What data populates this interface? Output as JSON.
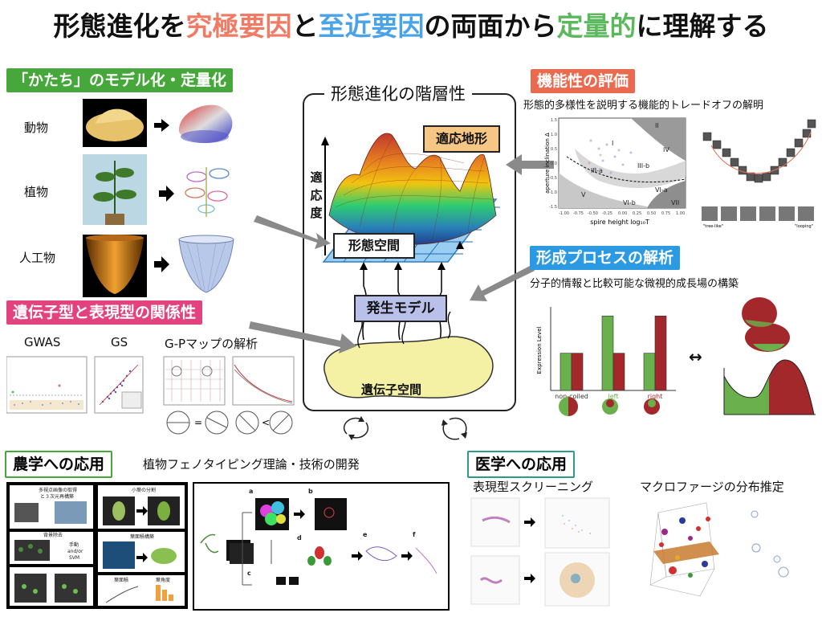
{
  "title": {
    "p1": "形態進化を",
    "p2": "究極要因",
    "p3": "と",
    "p4": "至近要因",
    "p5": "の両面から",
    "p6": "定量的",
    "p7": "に理解する",
    "colors": {
      "ultimate": "#f07a63",
      "proximate": "#4aa3e8",
      "quant": "#5cb85c"
    }
  },
  "center": {
    "heading": "形態進化の階層性",
    "landscape": "適応地形",
    "fitness_axis": [
      "適",
      "応",
      "度"
    ],
    "morphospace": "形態空間",
    "devmodel": "発生モデル",
    "genespace": "遺伝子空間"
  },
  "shape_section": {
    "tag": "「かたち」のモデル化・定量化",
    "rows": [
      "動物",
      "植物",
      "人工物"
    ]
  },
  "function_section": {
    "tag": "機能性の評価",
    "desc": "形態的多様性を説明する機能的トレードオフの解明",
    "plot": {
      "ylabel": "aperture inclination Δ",
      "xlabel": "spire height log₁₀T",
      "regions": [
        "I",
        "II",
        "III-a",
        "III-b",
        "IV",
        "V",
        "VI-a",
        "VI-b",
        "VII"
      ],
      "xticks": [
        "-1.00",
        "-0.75",
        "-0.50",
        "-0.25",
        "0.00",
        "0.25",
        "0.50",
        "0.75",
        "1.00"
      ],
      "yticks": [
        "1.5",
        "1.0",
        "0.5",
        "0.0",
        "-0.5",
        "-1.0",
        "-1.5"
      ]
    },
    "strip_labels": [
      "\"tree-like\"",
      "\"looping\""
    ]
  },
  "process_section": {
    "tag": "形成プロセスの解析",
    "desc": "分子的情報と比較可能な微視的成長場の構築",
    "chart": {
      "ylabel": "Expression Level",
      "categories": [
        "non-coiled",
        "left",
        "right"
      ]
    }
  },
  "chart_data": {
    "type": "bar",
    "categories": [
      "non-coiled",
      "left",
      "right"
    ],
    "series": [
      {
        "values": [
          0.5,
          1.0,
          0.5
        ],
        "color": "#6ab04c"
      },
      {
        "values": [
          0.5,
          0.5,
          1.0
        ],
        "color": "#a3282b"
      }
    ],
    "ylabel": "Expression Level",
    "xlabel": "",
    "ylim": [
      0,
      1.1
    ]
  },
  "gp_section": {
    "tag": "遺伝子型と表現型の関係性",
    "labels": [
      "GWAS",
      "GS",
      "G-Pマップの解析"
    ]
  },
  "agri_section": {
    "tag": "農学への応用",
    "desc": "植物フェノタイピング理論・技術の開発",
    "panel_letters": [
      "a",
      "b",
      "c",
      "d",
      "e",
      "f"
    ],
    "box_texts": [
      "多視点画像の取得",
      "と３次元再構築",
      "背景除去",
      "小葉の分割",
      "葉面積構築",
      "葉面積",
      "葉角度",
      "手動",
      "and/or",
      "SVM"
    ]
  },
  "med_section": {
    "tag": "医学への応用",
    "labels": [
      "表現型スクリーニング",
      "マクロファージの分布推定"
    ]
  },
  "colors": {
    "orange_tag": "#ea6a4f",
    "blue_tag": "#2b9ae2",
    "green_tag": "#46a83a",
    "pink_tag": "#e2427e",
    "landscape_box": "#f6c685",
    "morph_box": "#ffffff",
    "dev_box": "#b9c0ea",
    "gene_blob": "#f4f1a4"
  }
}
